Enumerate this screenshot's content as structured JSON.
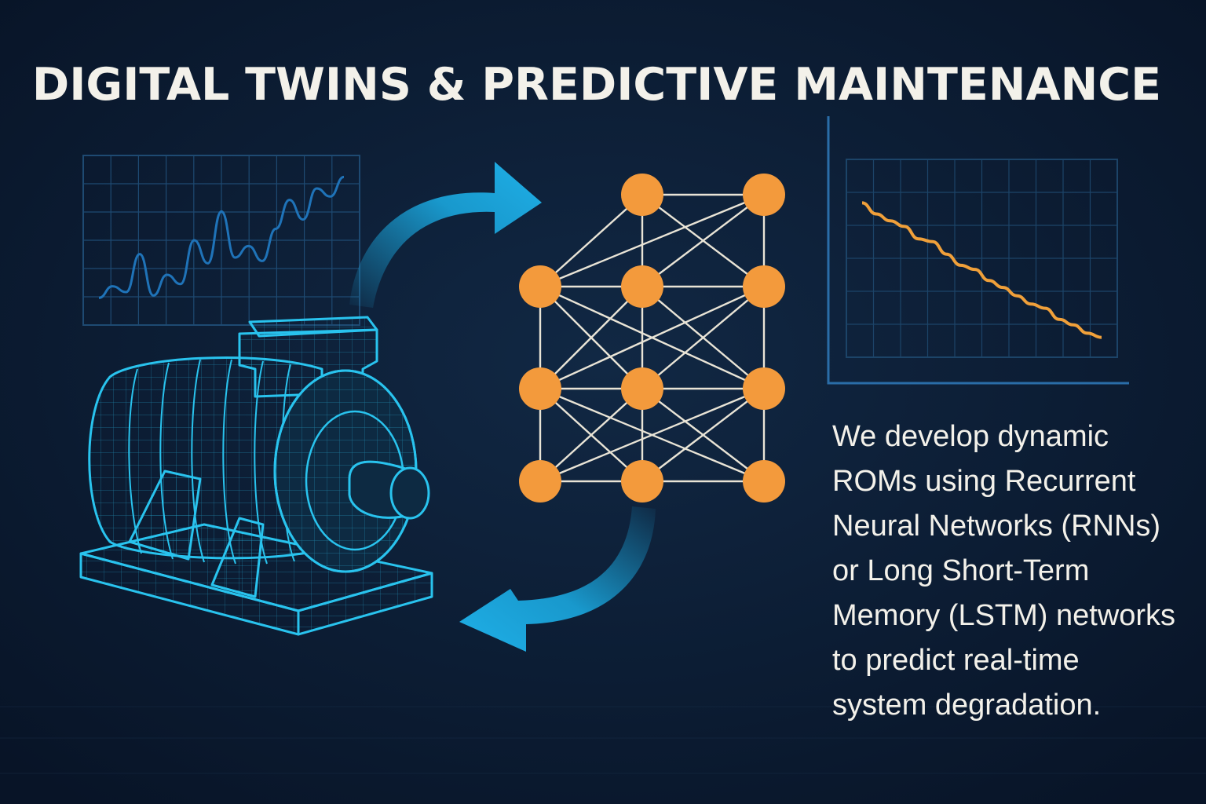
{
  "title": "DIGITAL TWINS & PREDICTIVE MAINTENANCE",
  "description_lines": [
    "We develop dynamic",
    "ROMs using Recurrent",
    "Neural Networks (RNNs)",
    "or Long Short-Term",
    "Memory (LSTM) networks",
    "to predict real-time",
    "system degradation."
  ],
  "icons": {
    "motor": "electric-motor-wireframe-icon",
    "arrows": "cycle-arrows-icon",
    "network": "neural-network-icon"
  },
  "colors": {
    "background": "#0b1a2e",
    "wireframe": "#29c3ee",
    "node": "#f39a3c",
    "edge": "#e9e4d6",
    "degradation_line": "#f0a03a",
    "sensor_line": "#1f73b8",
    "text": "#f3f1ea"
  },
  "chart_data": [
    {
      "type": "line",
      "series": [
        {
          "values": [
            0.1,
            0.2,
            0.15,
            0.48,
            0.12,
            0.3,
            0.22,
            0.6,
            0.4,
            0.85,
            0.45,
            0.55,
            0.42,
            0.7,
            0.95,
            0.78,
            1.05,
            0.98,
            1.15
          ]
        }
      ],
      "grid": true
    },
    {
      "type": "line",
      "series": [
        {
          "values": [
            1.0,
            0.92,
            0.87,
            0.83,
            0.74,
            0.72,
            0.63,
            0.55,
            0.52,
            0.44,
            0.39,
            0.33,
            0.27,
            0.24,
            0.16,
            0.12,
            0.06,
            0.03
          ]
        }
      ],
      "grid": true
    }
  ],
  "network": {
    "layers": [
      [
        0,
        1
      ],
      [
        0,
        1,
        2
      ],
      [
        0,
        1,
        2
      ],
      [
        0,
        1,
        2
      ]
    ]
  }
}
